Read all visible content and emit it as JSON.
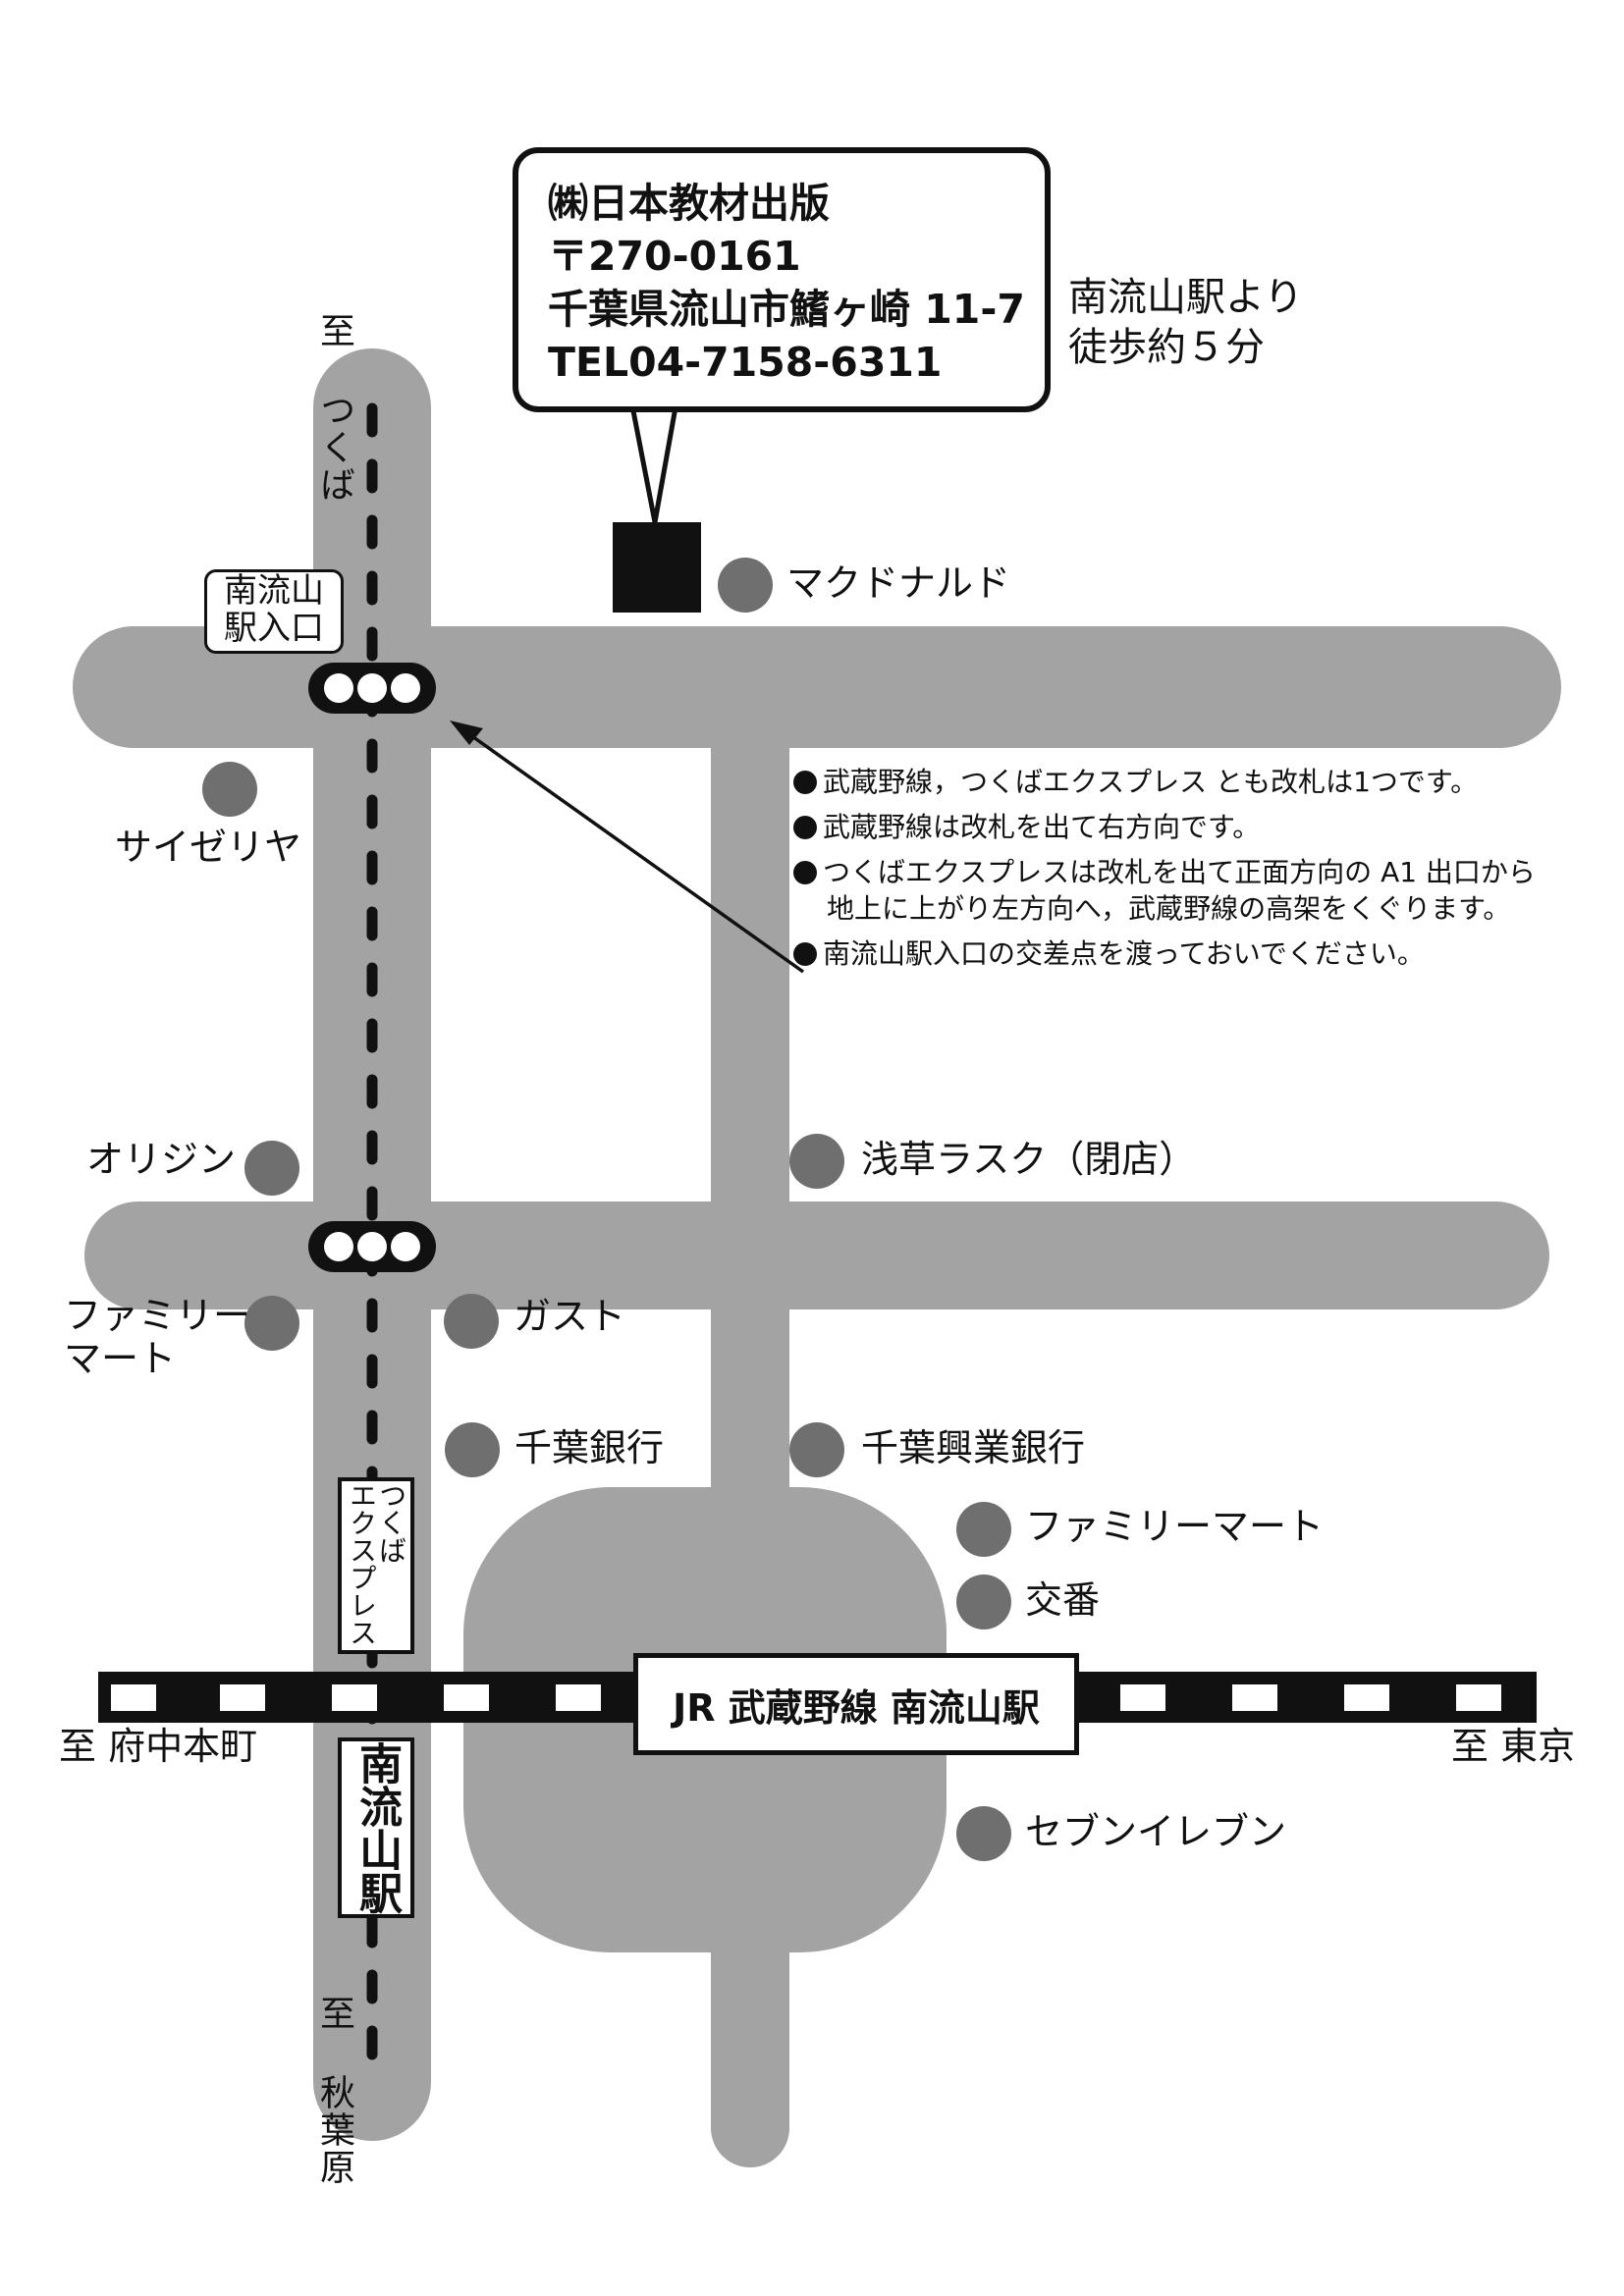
{
  "company": {
    "name": "㈱日本教材出版",
    "postal": "〒270-0161",
    "address": "千葉県流山市鰭ヶ崎 11-7",
    "tel": "TEL04-7158-6311"
  },
  "walk": {
    "line1": "南流山駅より",
    "line2": "徒歩約５分"
  },
  "notes": {
    "n1": "武蔵野線，つくばエクスプレス とも改札は1つです。",
    "n2": "武蔵野線は改札を出て右方向です。",
    "n3a": "つくばエクスプレスは改札を出て正面方向の A1 出口から",
    "n3b": "地上に上がり左方向へ，武蔵野線の高架をくぐります。",
    "n4": "南流山駅入口の交差点を渡っておいでください。"
  },
  "places": {
    "mcdonalds": "マクドナルド",
    "saizeriya": "サイゼリヤ",
    "origin": "オリジン",
    "asakusa": "浅草ラスク（閉店）",
    "familymart_a": "ファミリー",
    "familymart_b": "マート",
    "gusto": "ガスト",
    "chiba_bank": "千葉銀行",
    "chiba_kogyo": "千葉興業銀行",
    "familymart2": "ファミリーマート",
    "koban": "交番",
    "seven": "セブンイレブン"
  },
  "intersection": {
    "line1": "南流山",
    "line2": "駅入口"
  },
  "tx_label": {
    "line1": "つくば",
    "line2": "エクスプレス"
  },
  "tx_station": "南流山駅",
  "jr_station": "JR 武蔵野線 南流山駅",
  "directions": {
    "tsukuba": "至 つくば",
    "akihabara": "至 秋葉原",
    "fuchu": "至 府中本町",
    "tokyo": "至 東京"
  },
  "colors": {
    "road": "#a3a3a3",
    "poi": "#6f6f6f",
    "ink": "#111111"
  }
}
